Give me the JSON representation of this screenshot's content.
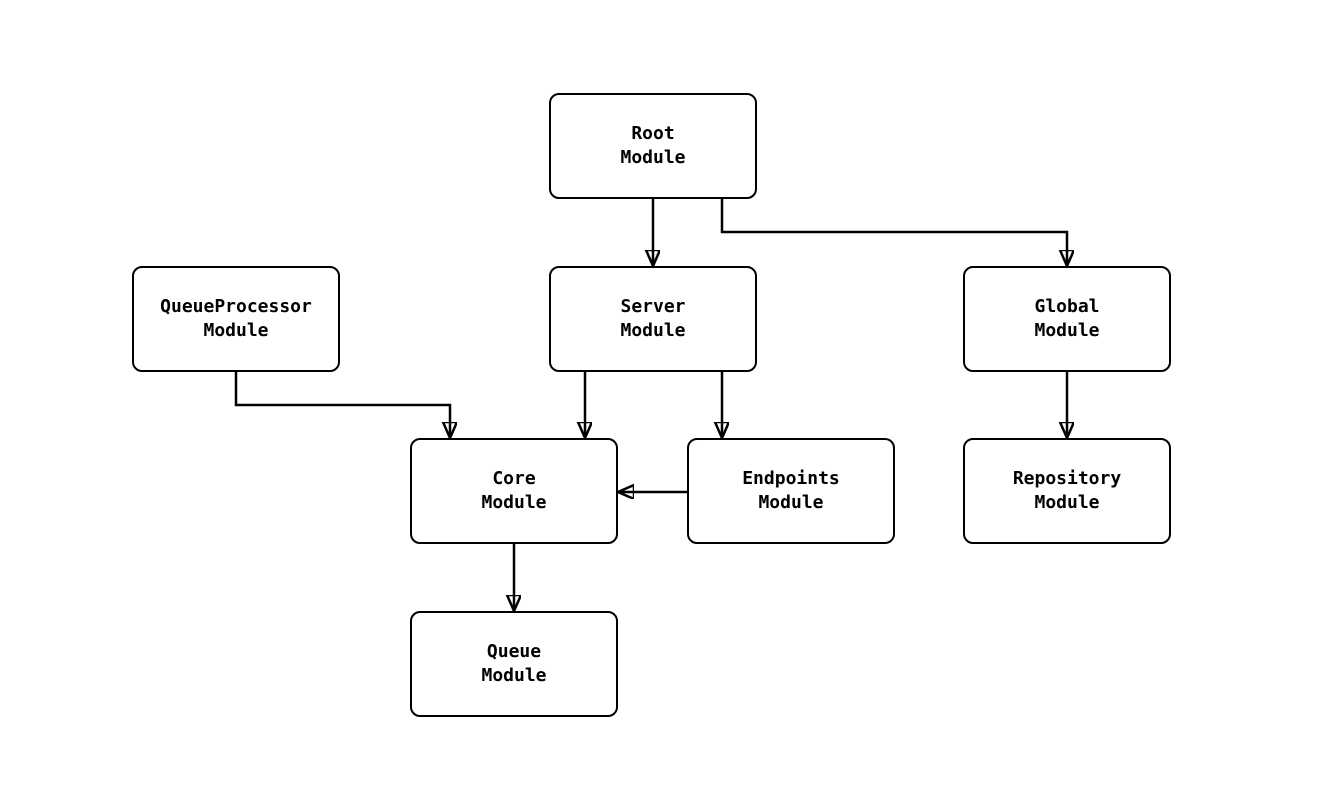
{
  "diagram": {
    "type": "flowchart",
    "description": "Module dependency diagram",
    "colors": {
      "background": "#ffffff",
      "node_fill": "#ffffff",
      "node_border": "#000000",
      "edge": "#000000",
      "text": "#000000"
    },
    "nodes": [
      {
        "id": "root-module",
        "label": "Root\nModule"
      },
      {
        "id": "queue-processor-module",
        "label": "QueueProcessor\nModule"
      },
      {
        "id": "server-module",
        "label": "Server\nModule"
      },
      {
        "id": "global-module",
        "label": "Global\nModule"
      },
      {
        "id": "core-module",
        "label": "Core\nModule"
      },
      {
        "id": "endpoints-module",
        "label": "Endpoints\nModule"
      },
      {
        "id": "repository-module",
        "label": "Repository\nModule"
      },
      {
        "id": "queue-module",
        "label": "Queue\nModule"
      }
    ],
    "edges": [
      {
        "from": "root-module",
        "to": "server-module"
      },
      {
        "from": "root-module",
        "to": "global-module"
      },
      {
        "from": "queue-processor-module",
        "to": "core-module"
      },
      {
        "from": "server-module",
        "to": "core-module"
      },
      {
        "from": "server-module",
        "to": "endpoints-module"
      },
      {
        "from": "endpoints-module",
        "to": "core-module"
      },
      {
        "from": "global-module",
        "to": "repository-module"
      },
      {
        "from": "core-module",
        "to": "queue-module"
      }
    ]
  }
}
